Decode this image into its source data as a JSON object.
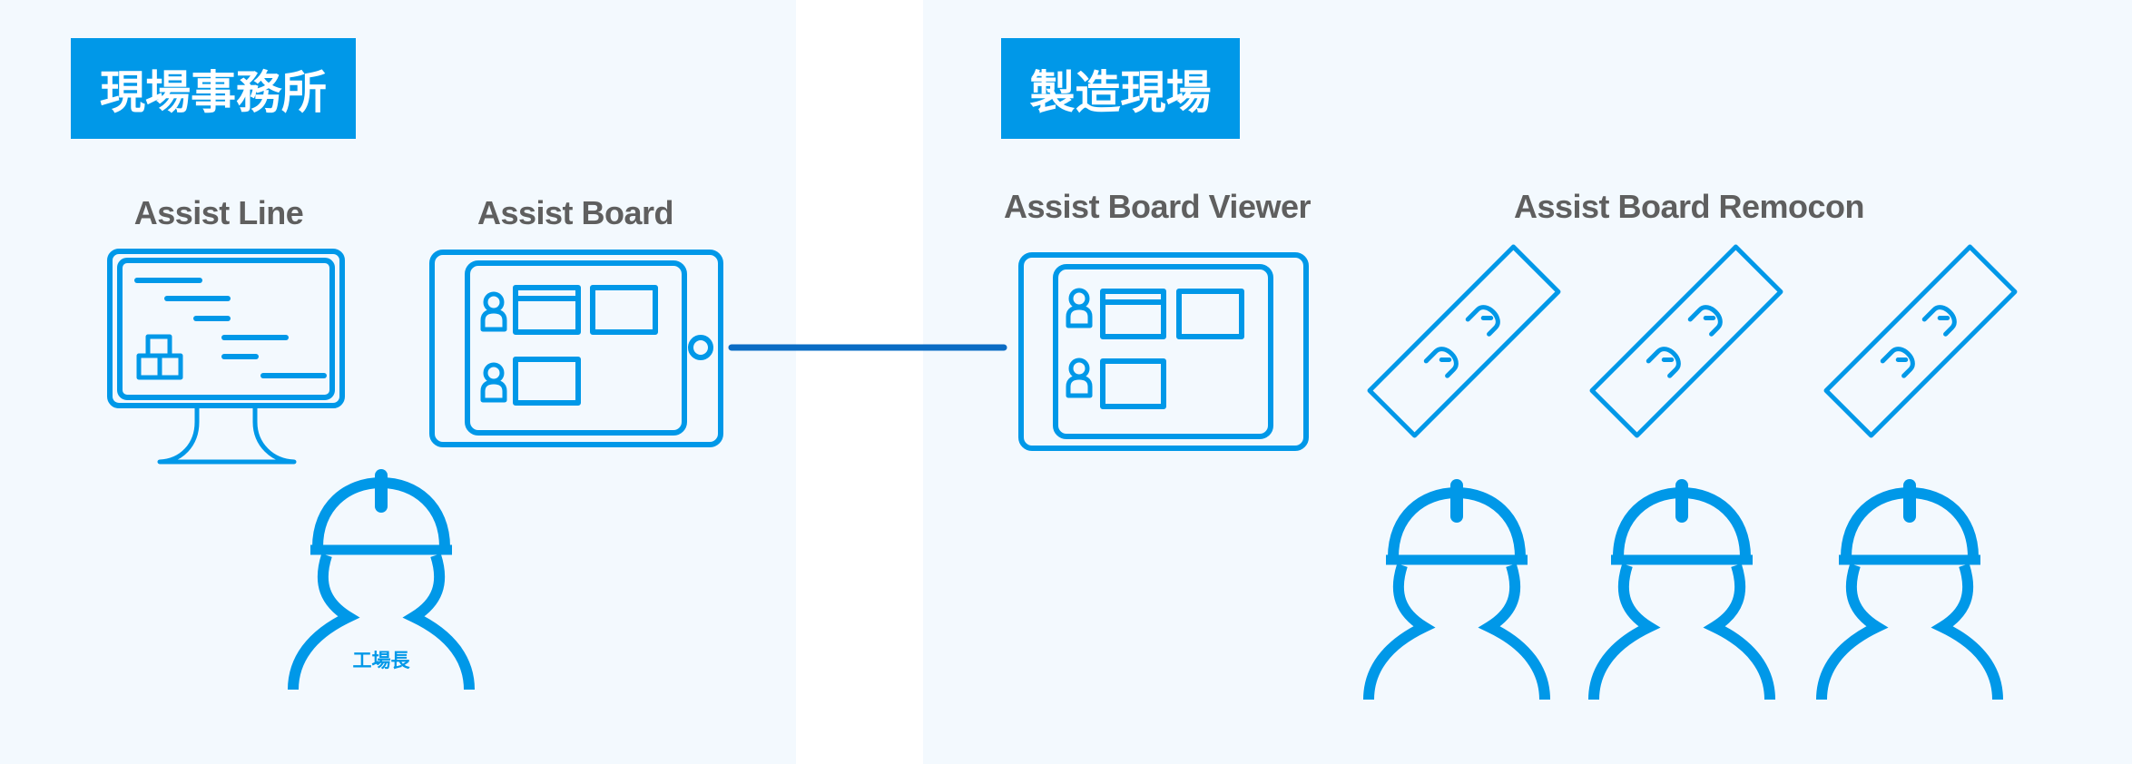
{
  "zones": {
    "office": {
      "title": "現場事務所"
    },
    "factory_floor": {
      "title": "製造現場"
    }
  },
  "devices": {
    "assist_line": {
      "label": "Assist Line",
      "icon": "monitor-icon"
    },
    "assist_board": {
      "label": "Assist Board",
      "icon": "tablet-icon"
    },
    "assist_board_viewer": {
      "label": "Assist Board Viewer",
      "icon": "display-icon"
    },
    "assist_board_remocon": {
      "label": "Assist Board Remocon",
      "icon": "remote-control-icon"
    }
  },
  "people": {
    "factory_manager": {
      "label": "工場長",
      "icon": "hardhat-worker-icon"
    },
    "workers": {
      "icon": "hardhat-worker-icon"
    }
  },
  "colors": {
    "accent": "#0098e8",
    "connector": "#0a6cc4",
    "panel_bg": "#f3f9fe",
    "label_text": "#5f5f5f"
  }
}
